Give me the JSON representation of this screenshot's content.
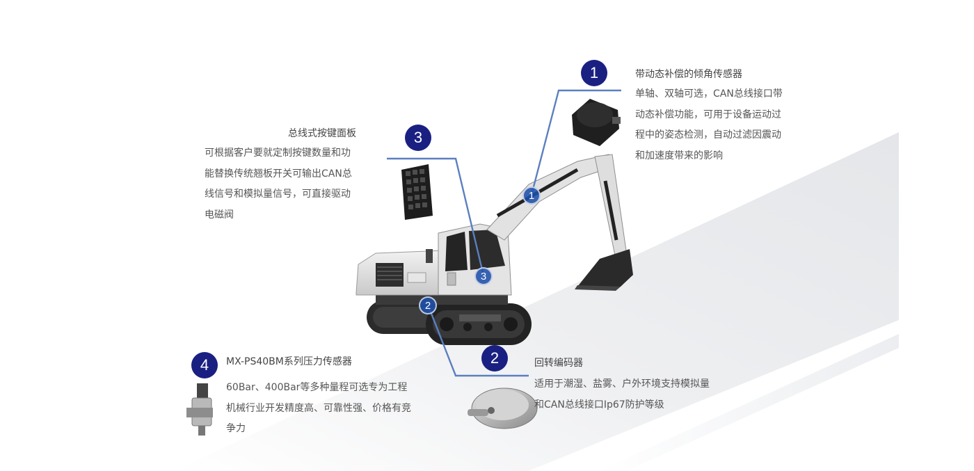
{
  "colors": {
    "badge": "#1a2081",
    "connector": "#5b7fc0",
    "text": "#444444"
  },
  "feature_1": {
    "number": "1",
    "title": "带动态补偿的倾角传感器",
    "lines": [
      "单轴、双轴可选，CAN总线接口带",
      "动态补偿功能，可用于设备运动过",
      "程中的姿态检测，自动过滤因震动",
      "和加速度带来的影响"
    ]
  },
  "feature_2": {
    "number": "2",
    "title": "回转编码器",
    "lines": [
      "适用于潮湿、盐雾、户外环境支持模拟量",
      "和CAN总线接口Ip67防护等级"
    ]
  },
  "feature_3": {
    "number": "3",
    "title": "总线式按键面板",
    "lines": [
      "可根据客户要就定制按键数量和功",
      "能替换传统翘板开关可输出CAN总",
      "线信号和模拟量信号，可直接驱动",
      "电磁阀"
    ]
  },
  "feature_4": {
    "number": "4",
    "title": "MX-PS40BM系列压力传感器",
    "lines": [
      "60Bar、400Bar等多种量程可选专为工程",
      "机械行业开发精度高、可靠性强、价格有竞",
      "争力"
    ]
  },
  "markers": {
    "m1": "1",
    "m2": "2",
    "m3": "3"
  }
}
